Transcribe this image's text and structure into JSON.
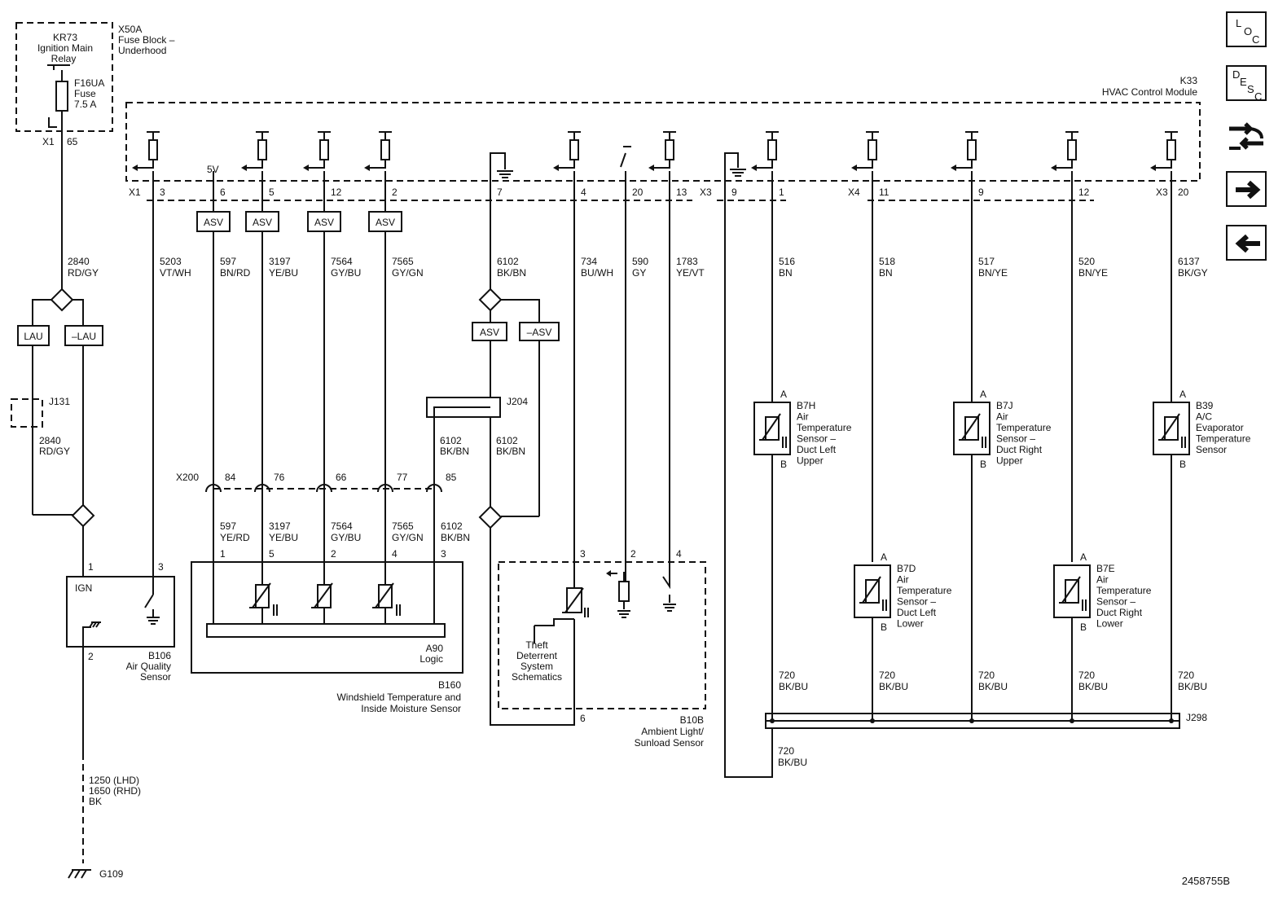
{
  "fuse_block": {
    "relay": [
      "KR73",
      "Ignition Main",
      "Relay"
    ],
    "name": [
      "X50A",
      "Fuse Block –",
      "Underhood"
    ],
    "fuse": [
      "F16UA",
      "Fuse",
      "7.5 A"
    ],
    "conn": "X1",
    "pin": "65"
  },
  "module": {
    "id": "K33",
    "name": "HVAC Control Module"
  },
  "conn_labels": {
    "x1": "X1",
    "x3a": "X3",
    "x4": "X4",
    "x3b": "X3",
    "x200": "X200",
    "v5": "5V"
  },
  "pins": [
    "3",
    "6",
    "5",
    "12",
    "2",
    "7",
    "4",
    "20",
    "13",
    "9",
    "1",
    "11",
    "9",
    "12",
    "20"
  ],
  "asv": "ASV",
  "asv_neg": "–ASV",
  "lau": "LAU",
  "lau_neg": "–LAU",
  "wires": [
    {
      "n": "2840",
      "c": "RD/GY"
    },
    {
      "n": "5203",
      "c": "VT/WH"
    },
    {
      "n": "597",
      "c": "BN/RD"
    },
    {
      "n": "3197",
      "c": "YE/BU"
    },
    {
      "n": "7564",
      "c": "GY/BU"
    },
    {
      "n": "7565",
      "c": "GY/GN"
    },
    {
      "n": "6102",
      "c": "BK/BN"
    },
    {
      "n": "734",
      "c": "BU/WH"
    },
    {
      "n": "590",
      "c": "GY"
    },
    {
      "n": "1783",
      "c": "YE/VT"
    },
    {
      "n": "516",
      "c": "BN"
    },
    {
      "n": "518",
      "c": "BN"
    },
    {
      "n": "517",
      "c": "BN/YE"
    },
    {
      "n": "520",
      "c": "BN/YE"
    },
    {
      "n": "6137",
      "c": "BK/GY"
    }
  ],
  "wires_lower": [
    {
      "n": "597",
      "c": "YE/RD"
    },
    {
      "n": "3197",
      "c": "YE/BU"
    },
    {
      "n": "7564",
      "c": "GY/BU"
    },
    {
      "n": "7565",
      "c": "GY/GN"
    },
    {
      "n": "6102",
      "c": "BK/BN"
    }
  ],
  "j131": {
    "id": "J131",
    "n": "2840",
    "c": "RD/GY"
  },
  "j204": {
    "id": "J204",
    "l": {
      "n": "6102",
      "c": "BK/BN"
    },
    "r": {
      "n": "6102",
      "c": "BK/BN"
    }
  },
  "x200_pins": [
    "84",
    "76",
    "66",
    "77",
    "85"
  ],
  "b106": {
    "ign": "IGN",
    "pin1": "1",
    "pin3": "3",
    "pin2": "2",
    "name": [
      "B106",
      "Air Quality",
      "Sensor"
    ]
  },
  "b160": {
    "pins": [
      "1",
      "5",
      "2",
      "4",
      "3"
    ],
    "logic": [
      "A90",
      "Logic"
    ],
    "name": [
      "B160",
      "Windshield Temperature and",
      "Inside Moisture Sensor"
    ]
  },
  "b10b": {
    "pins": [
      "3",
      "2",
      "4",
      "6"
    ],
    "theft": [
      "Theft",
      "Deterrent",
      "System",
      "Schematics"
    ],
    "name": [
      "B10B",
      "Ambient Light/",
      "Sunload Sensor"
    ]
  },
  "sensors": [
    {
      "a": "A",
      "b": "B",
      "name": [
        "B7H",
        "Air",
        "Temperature",
        "Sensor –",
        "Duct Left",
        "Upper"
      ]
    },
    {
      "a": "A",
      "b": "B",
      "name": [
        "B7J",
        "Air",
        "Temperature",
        "Sensor –",
        "Duct Right",
        "Upper"
      ]
    },
    {
      "a": "A",
      "b": "B",
      "name": [
        "B39",
        "A/C",
        "Evaporator",
        "Temperature",
        "Sensor"
      ]
    },
    {
      "a": "A",
      "b": "B",
      "name": [
        "B7D",
        "Air",
        "Temperature",
        "Sensor –",
        "Duct Left",
        "Lower"
      ]
    },
    {
      "a": "A",
      "b": "B",
      "name": [
        "B7E",
        "Air",
        "Temperature",
        "Sensor –",
        "Duct Right",
        "Lower"
      ]
    }
  ],
  "ground_720": {
    "n": "720",
    "c": "BK/BU"
  },
  "j298": "J298",
  "g109": {
    "id": "G109",
    "lhd": "1250 (LHD)",
    "rhd": "1650 (RHD)",
    "c": "BK"
  },
  "figure_id": "2458755B",
  "nav": {
    "loc": [
      "L",
      "O",
      "C"
    ],
    "desc": [
      "D",
      "E",
      "S",
      "C"
    ]
  }
}
